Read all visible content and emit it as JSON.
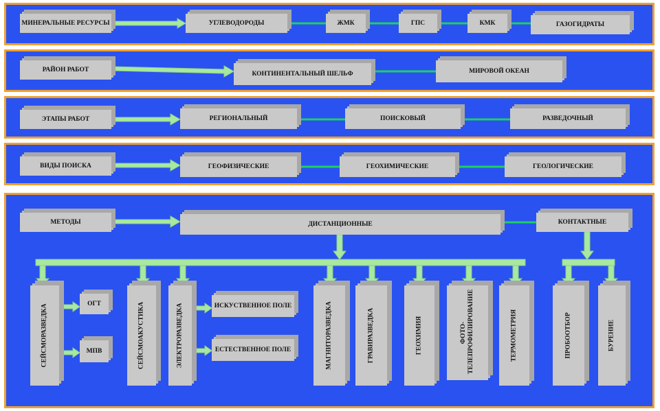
{
  "colors": {
    "panel_bg": "#2a52f0",
    "panel_border": "#f0a030",
    "box_face": "#c9c9c9",
    "arrow": "#a8e8a0",
    "line": "#1fd060"
  },
  "rows": {
    "resources": {
      "label": "МИНЕРАЛЬНЫЕ РЕСУРСЫ",
      "head": "УГЛЕВОДОРОДЫ",
      "items": [
        "ЖМК",
        "ГПС",
        "КМК",
        "ГАЗОГИДРАТЫ"
      ]
    },
    "area": {
      "label": "РАЙОН РАБОТ",
      "head": "КОНТИНЕНТАЛЬНЫЙ ШЕЛЬФ",
      "items": [
        "МИРОВОЙ ОКЕАН"
      ]
    },
    "stages": {
      "label": "ЭТАПЫ РАБОТ",
      "head": "РЕГИОНАЛЬНЫЙ",
      "items": [
        "ПОИСКОВЫЙ",
        "РАЗВЕДОЧНЫЙ"
      ]
    },
    "types": {
      "label": "ВИДЫ ПОИСКА",
      "head": "ГЕОФИЗИЧЕСКИЕ",
      "items": [
        "ГЕОХИМИЧЕСКИЕ",
        "ГЕОЛОГИЧЕСКИЕ"
      ]
    }
  },
  "methods": {
    "label": "МЕТОДЫ",
    "remote": "ДИСТАНЦИОННЫЕ",
    "contact": "КОНТАКТНЫЕ",
    "remote_methods": [
      "СЕЙСМОРАЗВЕДКА",
      "СЕЙСМОАКУСТИКА",
      "ЭЛЕКТРОРАЗВЕДКА",
      "МАГНИТОРАЗВЕДКА",
      "ГРАВИРАЗВЕДКА",
      "ГЕОХИМИЯ",
      "ФОТО-ТЕЛЕПРОФИЛИРОВАНИЕ",
      "ТЕРМОМЕТРИЯ"
    ],
    "contact_methods": [
      "ПРОБООТБОР",
      "БУРЕНИЕ"
    ],
    "seismic_sub": [
      "ОГТ",
      "МПВ"
    ],
    "electro_sub": [
      "ИСКУСТВЕННОЕ ПОЛЕ",
      "ЕСТЕСТВЕННОЕ ПОЛЕ"
    ]
  }
}
